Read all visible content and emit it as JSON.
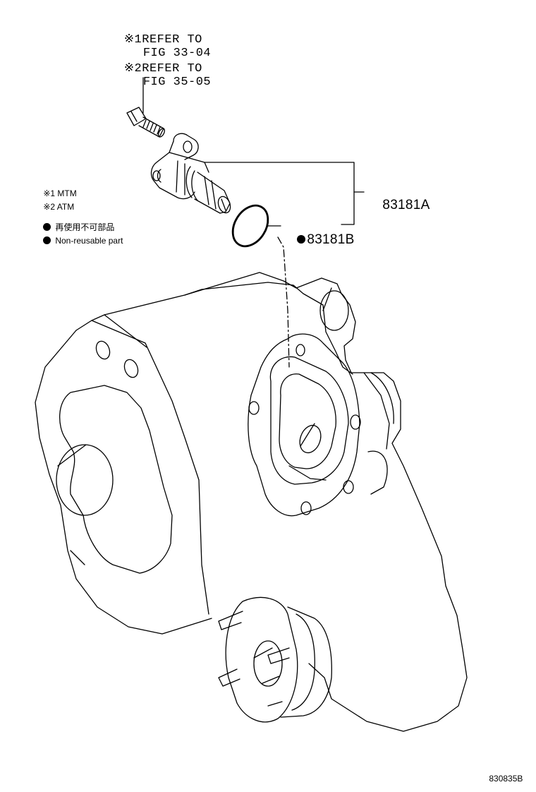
{
  "references": [
    {
      "mark": "※1",
      "line1": "REFER TO",
      "line2": "FIG 33-04"
    },
    {
      "mark": "※2",
      "line1": "REFER TO",
      "line2": "FIG 35-05"
    }
  ],
  "legend": {
    "items": [
      {
        "mark": "※1",
        "text": "MTM"
      },
      {
        "mark": "※2",
        "text": "ATM"
      }
    ],
    "non_reusable_jp": "再使用不可部品",
    "non_reusable_en": "Non-reusable part"
  },
  "parts": {
    "sensor": "83181A",
    "o_ring": "83181B"
  },
  "illustration_id": "830835B"
}
